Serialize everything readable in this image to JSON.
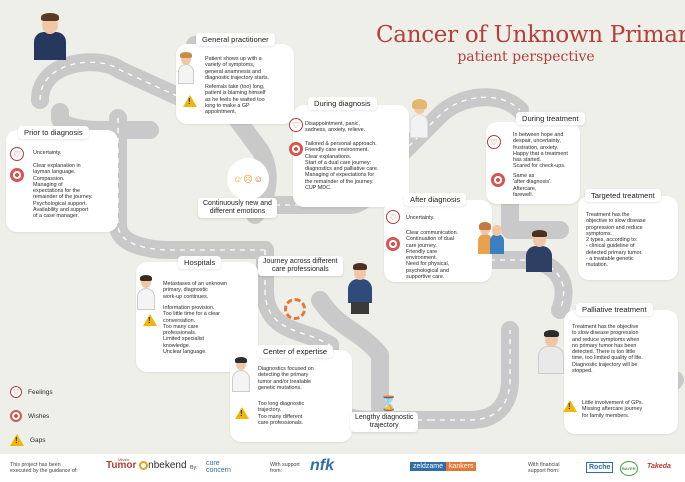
{
  "title": {
    "main": "Cancer of Unknown Primary",
    "sub": "patient perspective"
  },
  "colors": {
    "accent": "#b3403a",
    "road": "#c9c9c9",
    "road_marking": "#ffffff",
    "background": "#efefea",
    "warning": "#f2b705"
  },
  "stages": {
    "prior": {
      "title": "Prior to diagnosis",
      "feelings": [
        "Uncertainty."
      ],
      "wishes": [
        "Clear explanation in",
        "layman language.",
        "Compassion.",
        "Managing of",
        "expectations for the",
        "remainder of the journey.",
        "Psychological support.",
        "Availability and support",
        "of a case manager."
      ]
    },
    "gp": {
      "title": "General practitioner",
      "description": [
        "Patient shows up with a",
        "variety of symptoms,",
        "general anamnesis and",
        "diagnostic trajectory starts."
      ],
      "gaps": [
        "Referrals take (too) long,",
        "patient is blaming himself",
        "as he feels he waited too",
        "long to make a GP",
        "appointment."
      ]
    },
    "during_diagnosis": {
      "title": "During diagnosis",
      "feelings": [
        "Disappointment, panic,",
        "sadness, anxiety, relieve."
      ],
      "wishes": [
        "Tailored & personal approach.",
        "Friendly care environment.",
        "Clear explanations.",
        "Start of a dual care journey:",
        "diagnostics and palliative care.",
        "Managing of expectations for",
        "the remainder of the journey.",
        "CUP MDC."
      ]
    },
    "during_treatment": {
      "title": "During treatment",
      "feelings": [
        "In between hope and",
        "despair, uncertainty,",
        "frustration, anxiety.",
        "Happy that a treatment",
        "has started.",
        "Scared for check-ups."
      ],
      "wishes": [
        "Same as",
        "'after diagnosis'.",
        "Aftercare,",
        "farewell."
      ]
    },
    "targeted": {
      "title": "Targeted treatment",
      "description": [
        "Treatment has the",
        "objective to slow disease",
        "progression and reduce",
        "symptoms.",
        "",
        "2 types, according to:",
        "- clinical guideline of",
        "detected primary tumor.",
        "- a treatable genetic",
        "mutation."
      ]
    },
    "after_diagnosis": {
      "title": "After diagnosis",
      "feelings": [
        "Uncertainty."
      ],
      "wishes": [
        "Clear communication.",
        "Continuation of dual",
        "care journey.",
        "Friendly care",
        "environment.",
        "Need for physical,",
        "psychological and",
        "supportive care."
      ]
    },
    "hospitals": {
      "title": "Hospitals",
      "description": [
        "Metastases of an unknown",
        "primary, diagnostic",
        "work-up continues."
      ],
      "gaps": [
        "Information provision.",
        "Too little time for a clear",
        "conversation.",
        "Too many care",
        "professionals.",
        "Limited specialist",
        "knowledge.",
        "Unclear language."
      ]
    },
    "expertise": {
      "title": "Center of expertise",
      "description": [
        "Diagnostics focused on",
        "detecting the primary",
        "tumor and/or treatable",
        "genetic mutations."
      ],
      "gaps": [
        "Too long diagnostic",
        "trajectory.",
        "Too many different",
        "care professionals."
      ]
    },
    "palliative": {
      "title": "Palliative treatment",
      "description": [
        "Treatment has the objective",
        "to slow disease progression",
        "and reduce symptoms when",
        "no primary tumor has been",
        "detected. There is too little",
        "time, too limited quality of life.",
        "Diagnostic trajectory will be",
        "stopped."
      ],
      "gaps": [
        "Little involvement of GPs.",
        "Missing aftercare journey",
        "for family members."
      ]
    }
  },
  "road_labels": {
    "emotions": "Continuously new and different emotions",
    "emotions_l1": "Continuously new and",
    "emotions_l2": "different emotions",
    "journey_l1": "Journey across different",
    "journey_l2": "care professionals",
    "lengthy_l1": "Lengthy diagnostic",
    "lengthy_l2": "trajectory"
  },
  "legend": {
    "feelings": "Feelings",
    "wishes": "Wishes",
    "gaps": "Gaps"
  },
  "footer": {
    "project_l1": "This project has been",
    "project_l2": "executed by the guidance of:",
    "logo1_small": "Missie",
    "logo1_main": "Tumor",
    "logo1_rest": "nbekend",
    "by": "By:",
    "logo2_l1": "cure",
    "logo2_l2": "concern",
    "support_l1": "With support",
    "support_l2": "from:",
    "logo3": "nfk",
    "logo4": "zeldzame",
    "logo4b": "kankers",
    "financial_l1": "With financial",
    "financial_l2": "support from:",
    "logo5": "Roche",
    "logo6": "BAYER",
    "logo7": "Takeda"
  }
}
